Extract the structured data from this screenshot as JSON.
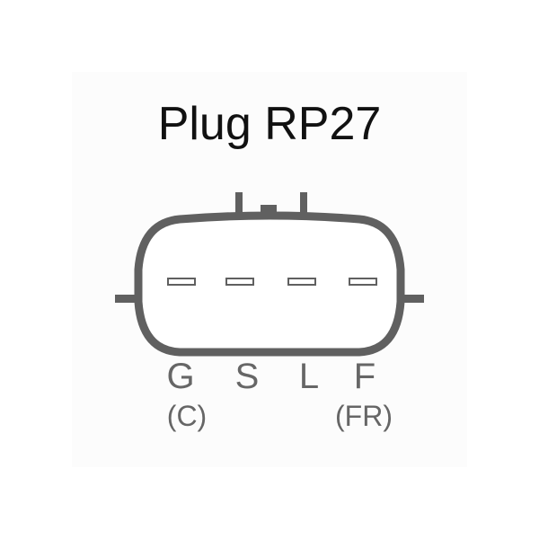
{
  "title": "Plug RP27",
  "pins": [
    {
      "letter": "G",
      "alt": "(C)"
    },
    {
      "letter": "S",
      "alt": ""
    },
    {
      "letter": "L",
      "alt": ""
    },
    {
      "letter": "F",
      "alt": "(FR)"
    }
  ],
  "colors": {
    "outline": "#606060",
    "label": "#666666",
    "title": "#111111"
  }
}
